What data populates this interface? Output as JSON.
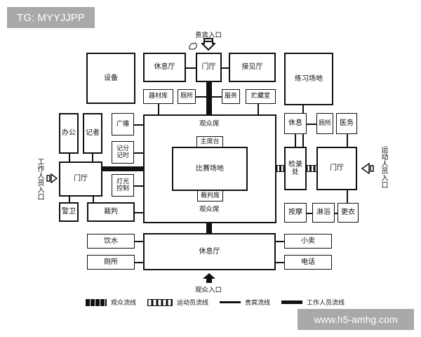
{
  "watermarks": {
    "top_left": "TG: MYYJJPP",
    "bottom_right": "www.h5-amhg.com"
  },
  "entrances": {
    "vip": "贵宾入口",
    "staff": "工作人员入口",
    "athlete": "运动人员入口",
    "audience": "观众入口"
  },
  "rooms": {
    "equipment": "设备",
    "lounge_top": "休息厅",
    "lobby_top": "门厅",
    "reception": "接见厅",
    "practice": "练习场地",
    "storage_gear": "器材库",
    "toilet_top": "厕所",
    "service": "服务",
    "storage": "贮藏室",
    "office": "办公",
    "press": "记者",
    "broadcast": "广播",
    "scoring": "记分\n记时",
    "lobby_left": "门厅",
    "lighting": "灯光\n控制",
    "guard": "警卫",
    "referee": "裁判",
    "audience_seats_top": "观众席",
    "rostrum": "主席台",
    "arena": "比赛场地",
    "referee_seats": "裁判席",
    "audience_seats_bottom": "观众席",
    "rest_right": "休息",
    "toilet_right": "厕所",
    "medical": "医务",
    "doping": "检录\n处",
    "lobby_right": "门厅",
    "massage": "按摩",
    "shower": "淋浴",
    "changing": "更衣",
    "drinks": "饮水",
    "toilet_bottom": "厕所",
    "lounge_bottom": "休息厅",
    "shop": "小卖",
    "phone": "电话"
  },
  "legend": {
    "audience_flow": "观众流线",
    "athlete_flow": "运动员流线",
    "vip_flow": "贵宾流线",
    "staff_flow": "工作人员流线"
  }
}
